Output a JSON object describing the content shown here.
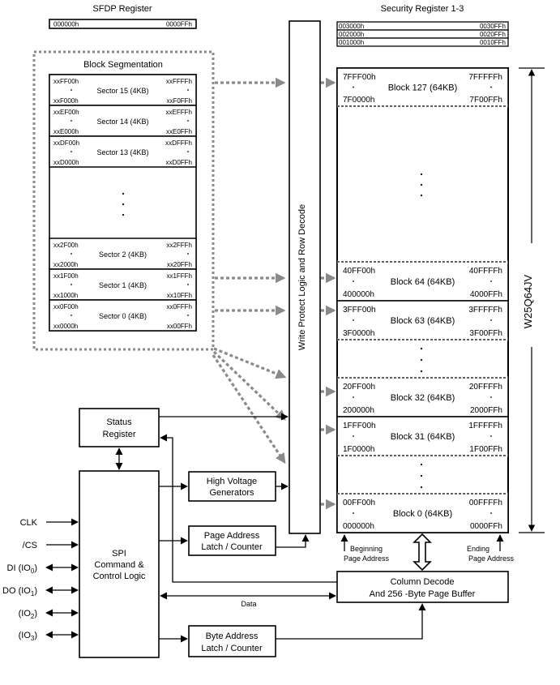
{
  "sfdp": {
    "title": "SFDP Register",
    "start": "000000h",
    "end": "0000FFh"
  },
  "security": {
    "title": "Security Register 1-3",
    "rows": [
      {
        "start": "003000h",
        "end": "0030FFh"
      },
      {
        "start": "002000h",
        "end": "0020FFh"
      },
      {
        "start": "001000h",
        "end": "0010FFh"
      }
    ]
  },
  "block_segmentation": {
    "title": "Block Segmentation",
    "sectors_top": [
      {
        "label": "Sector 15 (4KB)",
        "tl": "xxFF00h",
        "tr": "xxFFFFh",
        "bl": "xxF000h",
        "br": "xxF0FFh"
      },
      {
        "label": "Sector 14 (4KB)",
        "tl": "xxEF00h",
        "tr": "xxEFFFh",
        "bl": "xxE000h",
        "br": "xxE0FFh"
      },
      {
        "label": "Sector 13 (4KB)",
        "tl": "xxDF00h",
        "tr": "xxDFFFh",
        "bl": "xxD000h",
        "br": "xxD0FFh"
      }
    ],
    "sectors_bottom": [
      {
        "label": "Sector 2 (4KB)",
        "tl": "xx2F00h",
        "tr": "xx2FFFh",
        "bl": "xx2000h",
        "br": "xx20FFh"
      },
      {
        "label": "Sector 1 (4KB)",
        "tl": "xx1F00h",
        "tr": "xx1FFFh",
        "bl": "xx1000h",
        "br": "xx10FFh"
      },
      {
        "label": "Sector 0 (4KB)",
        "tl": "xx0F00h",
        "tr": "xx0FFFh",
        "bl": "xx0000h",
        "br": "xx00FFh"
      }
    ]
  },
  "write_protect": {
    "label": "Write Protect Logic and Row Decode"
  },
  "memory": {
    "chip_name": "W25Q64JV",
    "blocks_top": [
      {
        "label": "Block 127 (64KB)",
        "tl": "7FFF00h",
        "tr": "7FFFFFh",
        "bl": "7F0000h",
        "br": "7F00FFh"
      }
    ],
    "blocks_mid": [
      {
        "label": "Block 64 (64KB)",
        "tl": "40FF00h",
        "tr": "40FFFFh",
        "bl": "400000h",
        "br": "4000FFh"
      },
      {
        "label": "Block 63 (64KB)",
        "tl": "3FFF00h",
        "tr": "3FFFFFh",
        "bl": "3F0000h",
        "br": "3F00FFh"
      }
    ],
    "blocks_low": [
      {
        "label": "Block 32 (64KB)",
        "tl": "20FF00h",
        "tr": "20FFFFh",
        "bl": "200000h",
        "br": "2000FFh"
      },
      {
        "label": "Block 31 (64KB)",
        "tl": "1FFF00h",
        "tr": "1FFFFFh",
        "bl": "1F0000h",
        "br": "1F00FFh"
      }
    ],
    "blocks_bottom": [
      {
        "label": "Block 0 (64KB)",
        "tl": "00FF00h",
        "tr": "00FFFFh",
        "bl": "000000h",
        "br": "0000FFh"
      }
    ]
  },
  "blocks": {
    "status_line1": "Status",
    "status_line2": "Register",
    "hv_line1": "High Voltage",
    "hv_line2": "Generators",
    "pal_line1": "Page Address",
    "pal_line2": "Latch / Counter",
    "bal_line1": "Byte Address",
    "bal_line2": "Latch / Counter",
    "spi_line1": "SPI",
    "spi_line2": "Command &",
    "spi_line3": "Control Logic",
    "col_line1": "Column Decode",
    "col_line2": "And 256 -Byte Page Buffer"
  },
  "labels": {
    "data": "Data",
    "beginning_line1": "Beginning",
    "beginning_line2": "Page Address",
    "ending_line1": "Ending",
    "ending_line2": "Page Address"
  },
  "pins": [
    {
      "name": "CLK",
      "sub": ""
    },
    {
      "name": "/CS",
      "sub": ""
    },
    {
      "name": "DI (IO",
      "sub": "0"
    },
    {
      "name": "DO (IO",
      "sub": "1"
    },
    {
      "name": "(IO",
      "sub": "2"
    },
    {
      "name": "(IO",
      "sub": "3"
    }
  ]
}
